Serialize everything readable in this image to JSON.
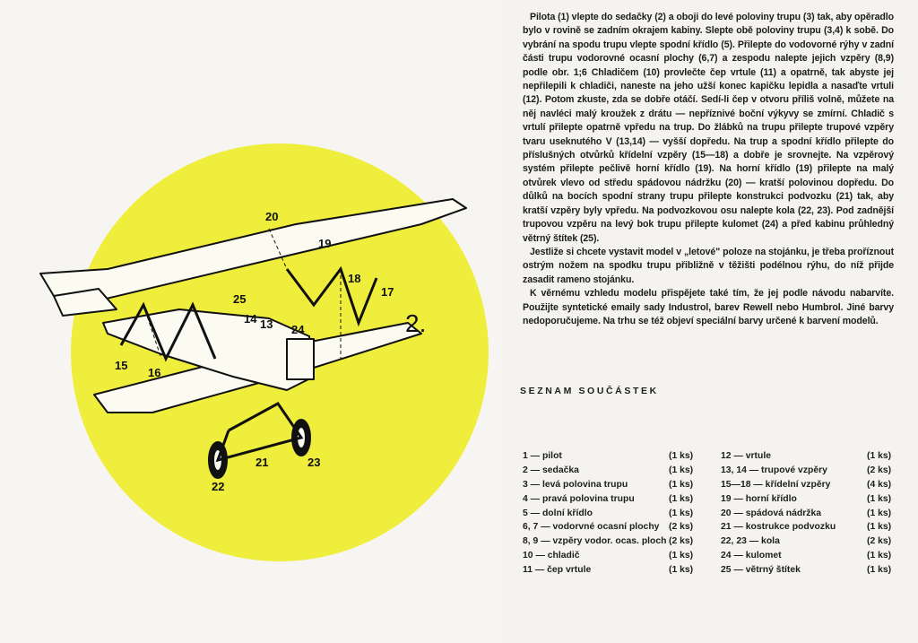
{
  "figure": {
    "number": "2.",
    "labels": [
      "20",
      "19",
      "18",
      "17",
      "25",
      "14",
      "13",
      "24",
      "15",
      "16",
      "21",
      "23",
      "22"
    ],
    "circle_color": "#f0ee3c"
  },
  "instructions": {
    "paragraphs": [
      "Pilota (1) vlepte do sedačky (2) a oboji do levé poloviny trupu (3) tak, aby opěradlo bylo v rovině se zadním okrajem kabiny. Slepte obě poloviny trupu (3,4) k sobě. Do vybrání na spodu trupu vlepte spodní křídlo (5). Přilepte do vodovorné rýhy v zadní části trupu vodorovné ocasní plochy (6,7) a zespodu nalepte jejich vzpěry (8,9) podle obr. 1;6 Chladičem (10) provlečte čep vrtule (11) a opatrně, tak abyste jej nepřilepili k chladiči, naneste na jeho užší konec kapičku lepidla a nasaďte vrtuli (12). Potom zkuste, zda se dobře otáčí. Sedí-li čep v otvoru příliš volně, můžete na něj navléci malý kroužek z drátu — nepříznivé boční výkyvy se zmírní. Chladič s vrtulí přilepte opatrně vpředu na trup. Do žlábků na trupu přilepte trupové vzpěry tvaru useknutého V (13,14) — vyšší dopředu. Na trup a spodní křídlo přilepte do příslušných otvůrků křídelní vzpěry (15—18) a dobře je srovnejte. Na vzpěrový systém přilepte pečlivě horní křídlo (19). Na horní křídlo (19) přilepte na malý otvůrek vlevo od středu spádovou nádržku (20) — kratší polovinou dopředu. Do důlků na bocích spodní strany trupu přilepte konstrukci podvozku (21) tak, aby kratší vzpěry byly vpředu. Na podvozkovou osu nalepte kola (22, 23). Pod zadnější trupovou vzpěru na levý bok trupu přilepte kulomet (24) a před kabinu průhledný větrný štítek (25).",
      "Jestliže si chcete vystavit model v „letové\" poloze na stojánku, je třeba proříznout ostrým nožem na spodku trupu přibližně v těžišti podélnou rýhu, do níž přijde zasadit rameno stojánku.",
      "K věrnému vzhledu modelu přispějete také tím, že jej podle návodu nabarvíte. Použijte syntetické emaily sady Industrol, barev Rewell nebo Humbrol. Jiné barvy nedoporučujeme. Na trhu se též objeví speciální barvy určené k barvení modelů."
    ]
  },
  "parts_list": {
    "title": "SEZNAM SOUČÁSTEK",
    "left": [
      {
        "name": "1 — pilot",
        "qty": "(1 ks)"
      },
      {
        "name": "2 — sedačka",
        "qty": "(1 ks)"
      },
      {
        "name": "3 — levá polovina trupu",
        "qty": "(1 ks)"
      },
      {
        "name": "4 — pravá polovina trupu",
        "qty": "(1 ks)"
      },
      {
        "name": "5 — dolní křídlo",
        "qty": "(1 ks)"
      },
      {
        "name": "6, 7 — vodorvné ocasní plochy",
        "qty": "(2 ks)"
      },
      {
        "name": "8, 9 — vzpěry vodor. ocas. ploch",
        "qty": "(2 ks)"
      },
      {
        "name": "10 — chladič",
        "qty": "(1 ks)"
      },
      {
        "name": "11 — čep vrtule",
        "qty": "(1 ks)"
      }
    ],
    "right": [
      {
        "name": "12 — vrtule",
        "qty": "(1 ks)"
      },
      {
        "name": "13, 14 — trupové vzpěry",
        "qty": "(2 ks)"
      },
      {
        "name": "15—18 — křídelní vzpěry",
        "qty": "(4 ks)"
      },
      {
        "name": "19 — horní křídlo",
        "qty": "(1 ks)"
      },
      {
        "name": "20 — spádová nádržka",
        "qty": "(1 ks)"
      },
      {
        "name": "21 — kostrukce podvozku",
        "qty": "(1 ks)"
      },
      {
        "name": "22, 23 — kola",
        "qty": "(2 ks)"
      },
      {
        "name": "24 — kulomet",
        "qty": "(1 ks)"
      },
      {
        "name": "25 — větrný štítek",
        "qty": "(1 ks)"
      }
    ]
  }
}
